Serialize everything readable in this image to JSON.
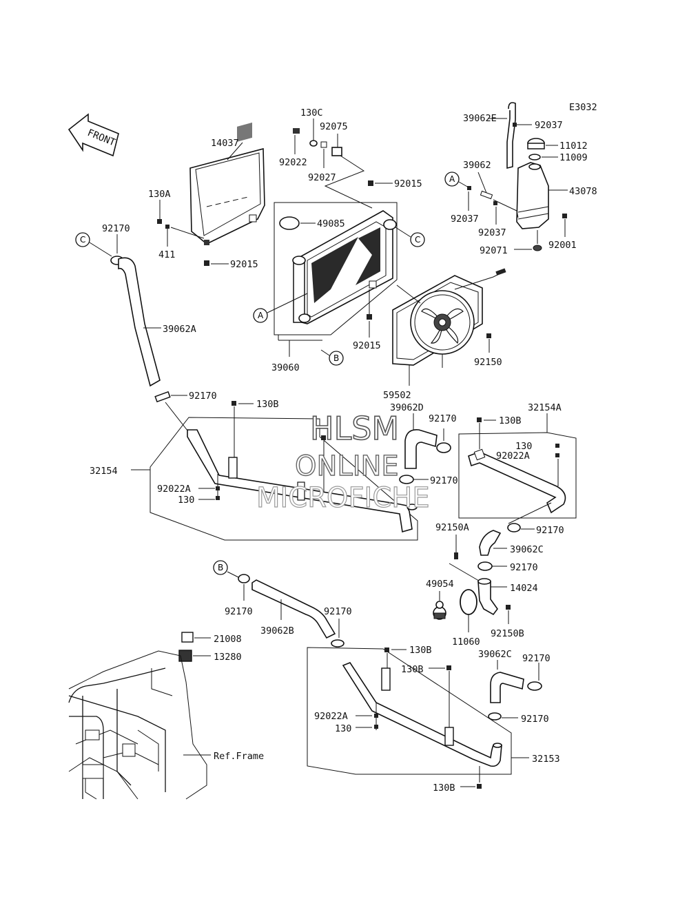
{
  "diagram_code": "E3032",
  "front_label": "FRONT",
  "watermark": {
    "line1": "HLSM",
    "line2": "ONLINE",
    "line3": "MICROFICHE"
  },
  "refs": {
    "A": "A",
    "B": "B",
    "C": "C"
  },
  "labels": {
    "l14037": "14037",
    "l130A": "130A",
    "l411": "411",
    "l92015a": "92015",
    "l92015b": "92015",
    "l92015c": "92015",
    "l130C": "130C",
    "l92075": "92075",
    "l92022": "92022",
    "l92027": "92027",
    "l49085": "49085",
    "l39060": "39060",
    "l39062E": "39062E",
    "l92037a": "92037",
    "l11012": "11012",
    "l11009": "11009",
    "l39062": "39062",
    "l43078": "43078",
    "l92037b": "92037",
    "l92037c": "92037",
    "l92001": "92001",
    "l92071": "92071",
    "l92150": "92150",
    "l59502": "59502",
    "l92170a": "92170",
    "l39062A": "39062A",
    "l92170b": "92170",
    "l130Ba": "130B",
    "l32154": "32154",
    "l92022Aa": "92022A",
    "l130a": "130",
    "l39062D": "39062D",
    "l92170c": "92170",
    "l130Bb": "130B",
    "l32154A": "32154A",
    "l130b": "130",
    "l92022Ab": "92022A",
    "l92170d": "92170",
    "l92170e": "92170",
    "l92150A": "92150A",
    "l39062Ca": "39062C",
    "l92170f": "92170",
    "l49054": "49054",
    "l14024": "14024",
    "l11060": "11060",
    "l92150B": "92150B",
    "l92170g": "92170",
    "l39062B": "39062B",
    "l92170h": "92170",
    "l21008": "21008",
    "l13280": "13280",
    "l130Bc": "130B",
    "l130Bd": "130B",
    "l39062Cb": "39062C",
    "l92170i": "92170",
    "l92022Ac": "92022A",
    "l130c": "130",
    "l92170j": "92170",
    "lRefFrame": "Ref.Frame",
    "l32153": "32153",
    "l130Be": "130B"
  }
}
